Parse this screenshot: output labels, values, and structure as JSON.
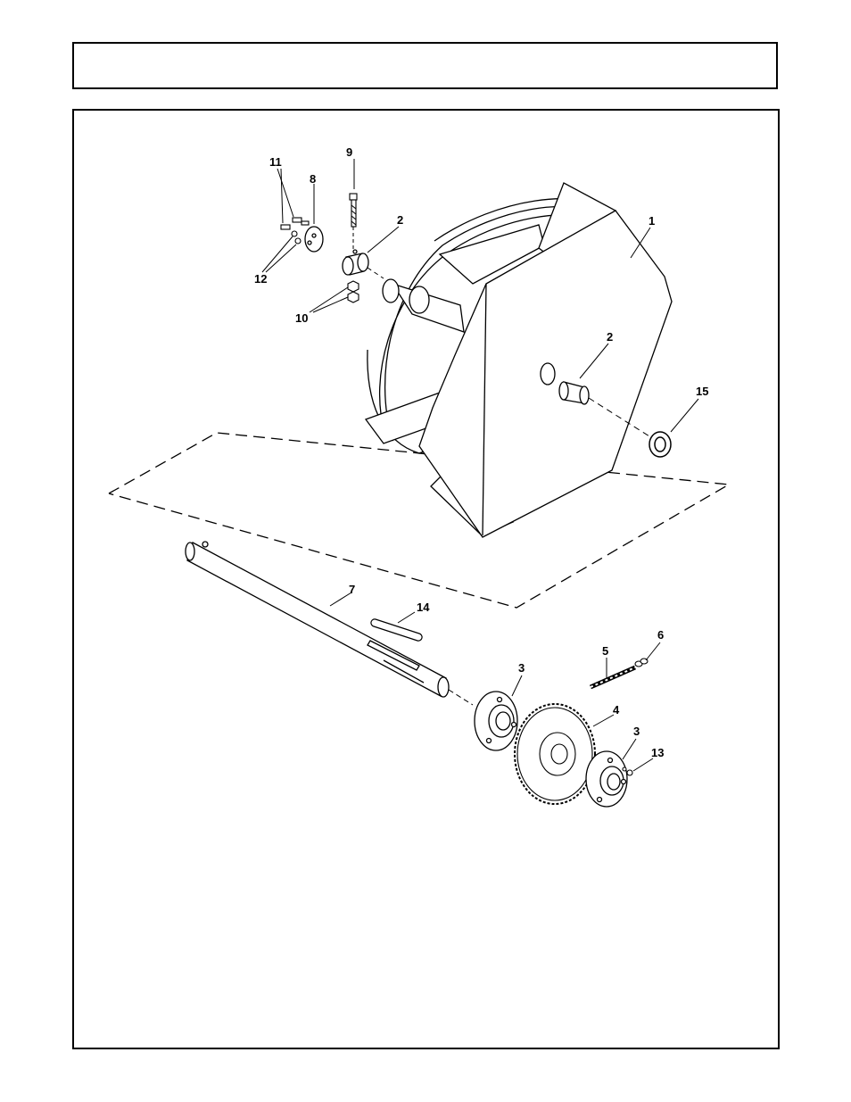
{
  "header": {
    "title": ""
  },
  "diagram": {
    "callouts": {
      "c1": "1",
      "c2a": "2",
      "c2b": "2",
      "c3a": "3",
      "c3b": "3",
      "c4": "4",
      "c5": "5",
      "c6": "6",
      "c7": "7",
      "c8": "8",
      "c9": "9",
      "c10": "10",
      "c11": "11",
      "c12": "12",
      "c13": "13",
      "c14": "14",
      "c15": "15"
    }
  }
}
